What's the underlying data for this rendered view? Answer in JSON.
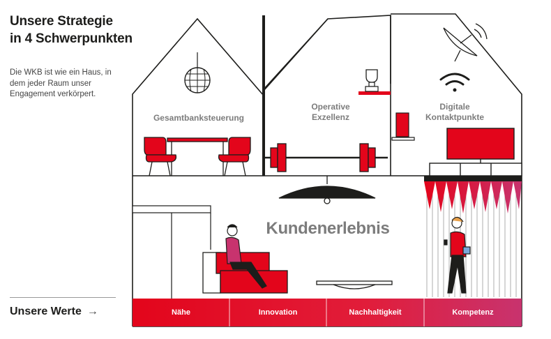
{
  "heading": {
    "line1": "Unsere Strategie",
    "line2": "in 4 Schwerpunkten"
  },
  "intro": "Die WKB ist wie ein Haus, in dem jeder Raum unser Engagement verkörpert.",
  "values_link": {
    "label": "Unsere Werte",
    "arrow": "→"
  },
  "rooms": {
    "left": "Gesamtbanksteuerung",
    "middle": [
      "Operative",
      "Exzellenz"
    ],
    "right": [
      "Digitale",
      "Kontaktpunkte"
    ],
    "ground": "Kundenerlebnis"
  },
  "values": [
    "Nähe",
    "Innovation",
    "Nachhaltigkeit",
    "Kompetenz"
  ],
  "colors": {
    "accent": "#e3051b",
    "magenta": "#c8336e",
    "text": "#1d1d1b",
    "label": "#7c7c7c"
  }
}
